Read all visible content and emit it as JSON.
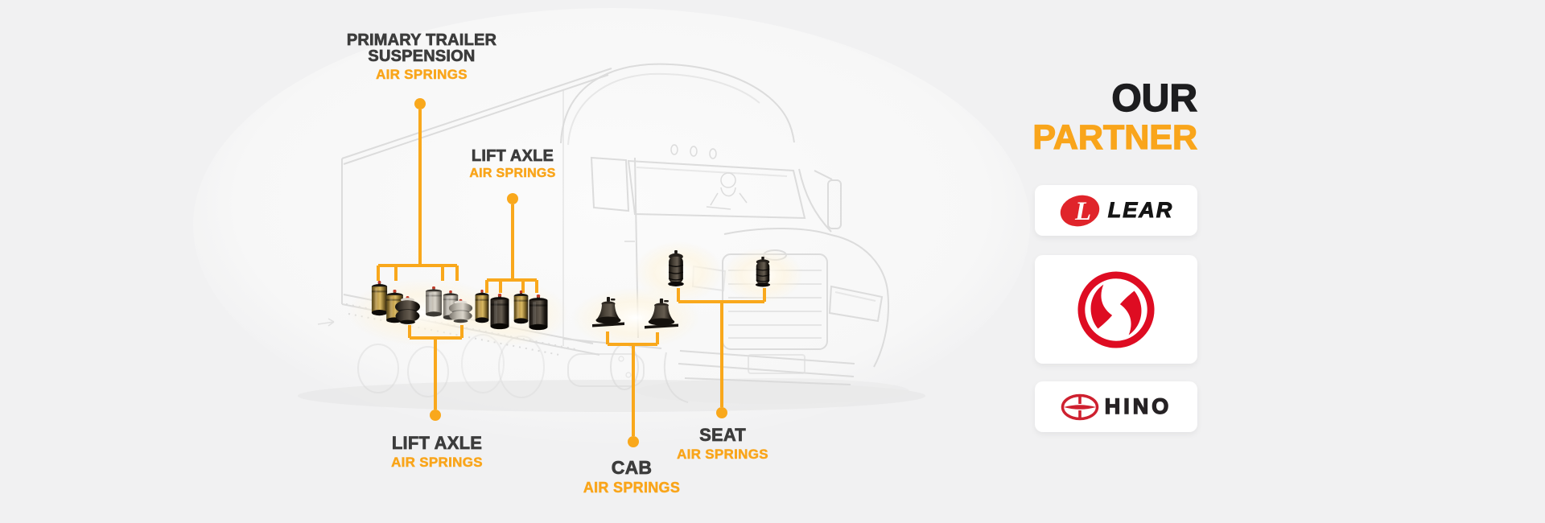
{
  "background_color": "#f1f1f2",
  "accent_color": "#f9a51b",
  "label_color": "#3c3c3c",
  "diagram": {
    "illustration": "faded-semi-truck-line-art",
    "callouts": {
      "primary_trailer": {
        "title": "PRIMARY TRAILER SUSPENSION",
        "subtitle": "AIR SPRINGS"
      },
      "lift_axle_top": {
        "title": "LIFT AXLE",
        "subtitle": "AIR SPRINGS"
      },
      "lift_axle_bottom": {
        "title": "LIFT AXLE",
        "subtitle": "AIR SPRINGS"
      },
      "cab": {
        "title": "CAB",
        "subtitle": "AIR SPRINGS"
      },
      "seat": {
        "title": "SEAT",
        "subtitle": "AIR SPRINGS"
      }
    },
    "products": [
      "trailer-suspension-air-springs",
      "lift-axle-air-springs",
      "cab-air-springs",
      "seat-air-springs"
    ]
  },
  "partners": {
    "heading": {
      "line1": "OUR",
      "line2": "PARTNER"
    },
    "logos": [
      {
        "id": "lear",
        "label": "LEAR",
        "brand_color": "#e0242a"
      },
      {
        "id": "dongfeng",
        "label": "",
        "brand_color": "#de0c22"
      },
      {
        "id": "hino",
        "label": "HINO",
        "brand_color": "#ce202f"
      }
    ]
  }
}
